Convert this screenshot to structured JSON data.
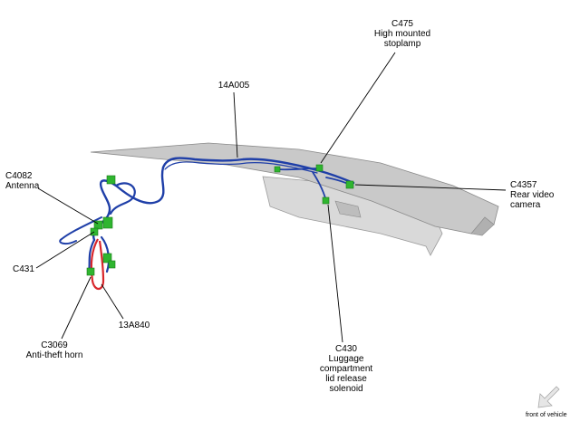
{
  "callouts": {
    "c475": {
      "id": "C475",
      "line1": "High mounted",
      "line2": "stoplamp"
    },
    "harness_14a005": {
      "id": "14A005"
    },
    "c4082": {
      "id": "C4082",
      "line1": "Antenna"
    },
    "c4357": {
      "id": "C4357",
      "line1": "Rear video",
      "line2": "camera"
    },
    "c431": {
      "id": "C431"
    },
    "c3069": {
      "id": "C3069",
      "line1": "Anti-theft horn"
    },
    "harness_13a840": {
      "id": "13A840"
    },
    "c430": {
      "id": "C430",
      "line1": "Luggage",
      "line2": "compartment",
      "line3": "lid release",
      "line4": "solenoid"
    }
  },
  "orientation": {
    "label": "front of vehicle"
  },
  "colors": {
    "lid": "#c9c9c9",
    "lid_edge": "#8a8a8a",
    "harness_blue": "#1f3fa8",
    "harness_red": "#d8262b",
    "connector_green": "#2fb52f"
  },
  "icons": {
    "orientation_arrow": "arrow-down-left-icon"
  }
}
